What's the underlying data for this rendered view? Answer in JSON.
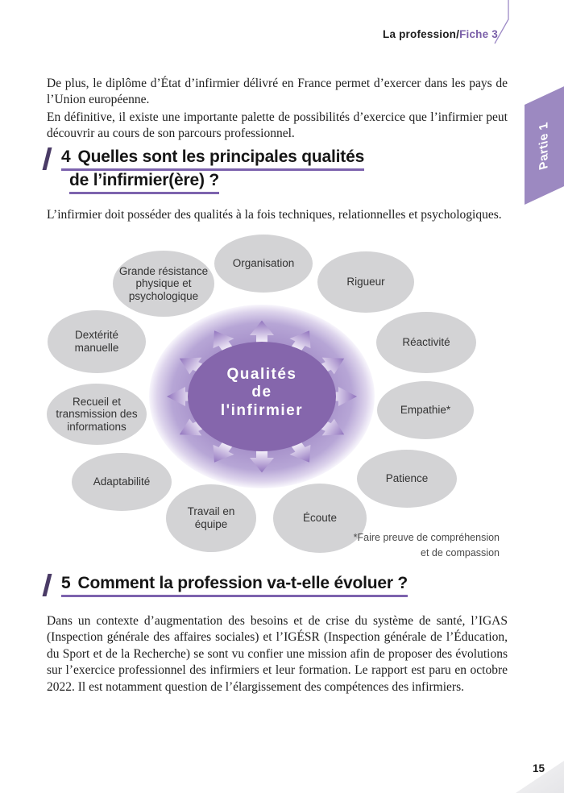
{
  "header": {
    "section_label": "La profession/",
    "fiche_label": "Fiche 3"
  },
  "side_tab": {
    "label": "Partie 1"
  },
  "intro": {
    "p1": "De plus, le diplôme d’État d’infirmier délivré en France permet d’exercer dans les pays de l’Union européenne.",
    "p2": "En définitive, il existe une importante palette de possibilités d’exercice que l’infirmier peut découvrir au cours de son parcours professionnel."
  },
  "section4": {
    "number": "4",
    "title_line1": "Quelles sont les principales qualités",
    "title_line2": "de l’infirmier(ère) ?",
    "body": "L’infirmier doit posséder des qualités à la fois techniques, relationnelles et psychologiques."
  },
  "diagram": {
    "center_label": "Qualités\nde\nl'infirmier",
    "nodes": [
      {
        "label": "Organisation"
      },
      {
        "label": "Grande résistance physique et psychologique"
      },
      {
        "label": "Rigueur"
      },
      {
        "label": "Dextérité manuelle"
      },
      {
        "label": "Réactivité"
      },
      {
        "label": "Recueil et transmission des informations"
      },
      {
        "label": "Empathie*"
      },
      {
        "label": "Adaptabilité"
      },
      {
        "label": "Patience"
      },
      {
        "label": "Travail en équipe"
      },
      {
        "label": "Écoute"
      }
    ],
    "footnote_line1": "*Faire preuve de compréhension",
    "footnote_line2": "et de compassion"
  },
  "section5": {
    "number": "5",
    "title_line1": "Comment la profession va-t-elle évoluer ?",
    "body": "Dans un contexte d’augmentation des besoins et de crise du système de santé, l’IGAS (Inspection générale des affaires sociales) et l’IGÉSR (Inspection générale de l’Éducation, du Sport et de la Recherche) se sont vu confier une mission afin de proposer des évolutions sur l’exercice professionnel des infirmiers et leur formation. Le rapport est paru en octobre 2022. Il est notamment question de l’élargissement des compétences des infirmiers."
  },
  "footer": {
    "page_number": "15"
  },
  "colors": {
    "accent_purple": "#7a5fa8",
    "heading_underline": "#7d63ae",
    "tab_purple": "#9c89c1",
    "hub_inner": "#8566ac",
    "hub_outer": "#a893cb",
    "node_gray": "#d3d3d5"
  }
}
